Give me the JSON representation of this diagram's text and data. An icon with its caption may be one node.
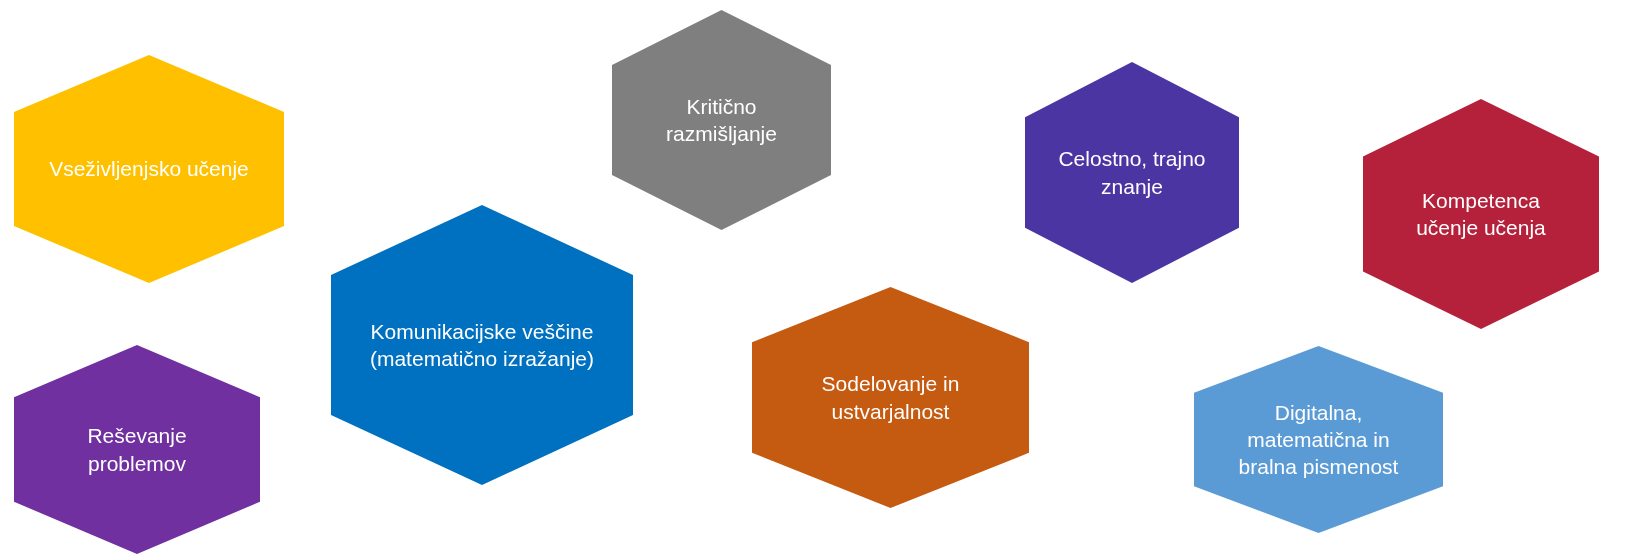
{
  "diagram": {
    "nodes": [
      {
        "text": [
          "Vseživljenjsko učenje"
        ]
      },
      {
        "text": [
          "Kritično razmišljanje"
        ]
      },
      {
        "text": [
          "Celostno, trajno znanje"
        ]
      },
      {
        "text": [
          "Kompetenca učenje učenja"
        ]
      },
      {
        "text": [
          "Komunikacijske veščine (matematično izražanje)"
        ]
      },
      {
        "text": [
          "Sodelovanje in ustvarjalnost"
        ]
      },
      {
        "text": [
          "Digitalna, matematična in bralna pismenost"
        ]
      },
      {
        "text": [
          "Reševanje problemov"
        ]
      }
    ]
  }
}
